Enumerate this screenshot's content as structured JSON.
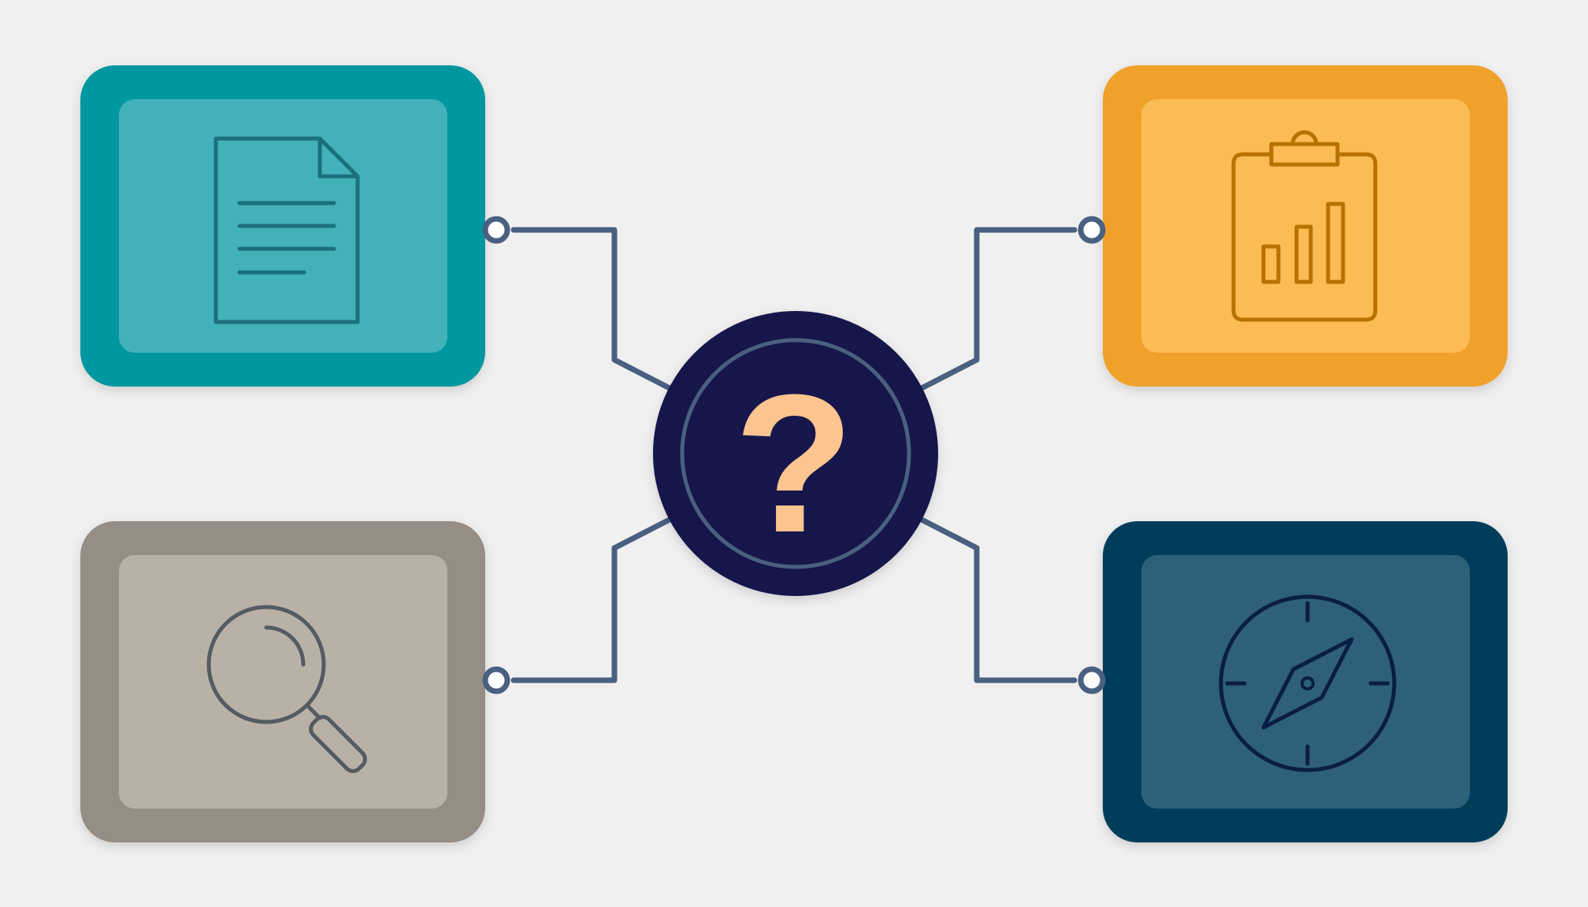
{
  "background": "#f0f0f0",
  "connector_color": "#4a6080",
  "hub": {
    "symbol": "?",
    "fill": "#14174b",
    "ring": "#4a6080",
    "symbol_color": "#fcc48e",
    "icon": "question-mark-icon"
  },
  "cards": [
    {
      "id": "document",
      "icon": "document-icon",
      "outer": "#0097a0",
      "inner": "#42b1b9",
      "stroke": "#1c6f7c"
    },
    {
      "id": "clipboard-chart",
      "icon": "clipboard-bar-chart-icon",
      "outer": "#f0a12c",
      "inner": "#fcbb55",
      "stroke": "#b87200"
    },
    {
      "id": "search",
      "icon": "magnifying-glass-icon",
      "outer": "#968d84",
      "inner": "#b9b1a6",
      "stroke": "#555b63"
    },
    {
      "id": "compass",
      "icon": "compass-icon",
      "outer": "#033c5a",
      "inner": "#2f6079",
      "stroke": "#0a1e45"
    }
  ]
}
